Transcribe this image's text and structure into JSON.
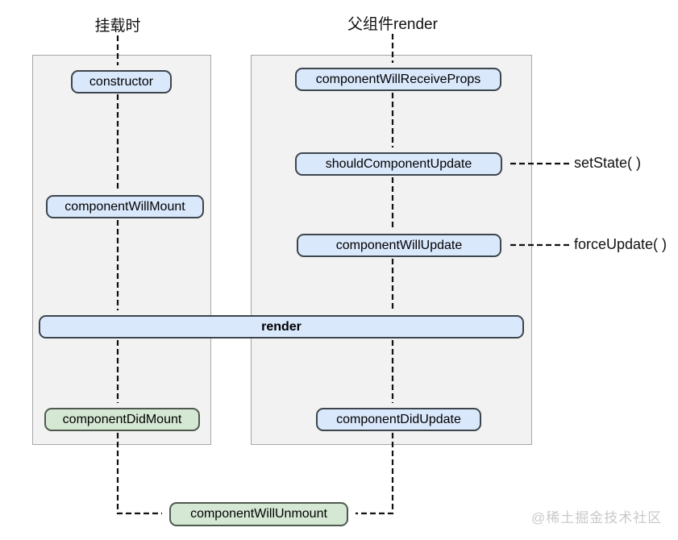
{
  "labels": {
    "mount_phase": "挂载时",
    "parent_render": "父组件render",
    "set_state": "setState( )",
    "force_update": "forceUpdate( )",
    "watermark": "@稀土掘金技术社区"
  },
  "nodes": {
    "constructor": "constructor",
    "component_will_mount": "componentWillMount",
    "component_will_receive_props": "componentWillReceiveProps",
    "should_component_update": "shouldComponentUpdate",
    "component_will_update": "componentWillUpdate",
    "render": "render",
    "component_did_mount": "componentDidMount",
    "component_did_update": "componentDidUpdate",
    "component_will_unmount": "componentWillUnmount"
  },
  "colors": {
    "node_blue_fill": "#dae8fc",
    "node_green_fill": "#d5e8d4",
    "node_border": "#3d464d",
    "node_green_border": "#4f5a4f",
    "container_fill": "#f2f2f2",
    "container_border": "#a6a6a6",
    "arrow": "#111111",
    "watermark": "#c9c9c9"
  }
}
